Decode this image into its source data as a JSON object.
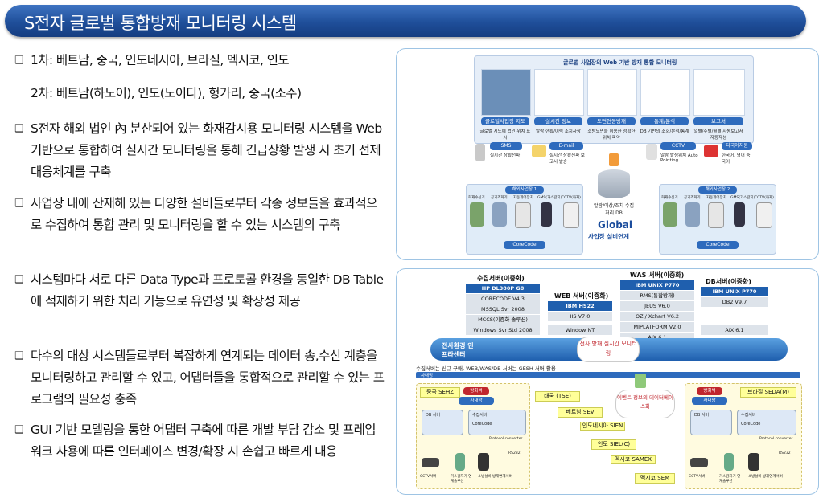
{
  "title": "S전자 글로벌 통합방재 모니터링 시스템",
  "bullets": [
    {
      "text": "1차: 베트남, 중국, 인도네시아, 브라질, 멕시코, 인도"
    },
    {
      "text": "2차:  베트남(하노이), 인도(노이다), 헝가리, 중국(소주)"
    },
    {
      "text": "S전자 해외 법인 內 분산되어 있는 화재감시용 모니터링 시스템을 Web기반으로 통합하여 실시간 모니터링을 통해 긴급상황 발생 시 초기 선제 대응체계를 구축"
    },
    {
      "text": "사업장 내에 산재해 있는 다양한 설비들로부터 각종 정보들을 효과적으로 수집하여 통합 관리 및 모니터링을 할 수 있는 시스템의 구축"
    },
    {
      "text": "시스템마다 서로 다른 Data Type과 프로토콜 환경을 동일한 DB Table에 적재하기 위한 처리 기능으로 유연성 및 확장성 제공"
    },
    {
      "text": "다수의 대상 시스템들로부터 복잡하게 연계되는 데이터 송,수신 계층을 모니터링하고 관리할 수 있고, 어댑터들을 통합적으로 관리할 수 있는 프로그램의 필요성 충족"
    },
    {
      "text": "GUI 기반 모델링을 통한 어댑터 구축에 따른 개발 부담 감소 및 프레임워크 사용에 따른 인터페이스 변경/확장 시 손쉽고 빠르게 대응"
    }
  ],
  "top_diagram": {
    "header": "글로벌 사업장의 Web 기반 방재 통합 모니터링",
    "features": [
      {
        "title": "글로벌사업장 지도",
        "desc": "글로벌 지도에 법인 위치 표시"
      },
      {
        "title": "실시간 정보",
        "desc": "알람 현황/이력 조치사항"
      },
      {
        "title": "도면연동방재",
        "desc": "소방도면을 이용한 정확한 위치 파악"
      },
      {
        "title": "통계/분석",
        "desc": "DB 기반의 조회/분석/통계"
      },
      {
        "title": "보고서",
        "desc": "일별/주별/월별 자동보고서 자동작성"
      }
    ],
    "channels": [
      {
        "title": "SMS",
        "desc": "실시간 상황전파"
      },
      {
        "title": "E-mail",
        "desc": "실시간 상황전파 보고서 발송"
      },
      {
        "title": "CCTV",
        "desc": "알람 발생위치 Auto Pointing"
      },
      {
        "title": "다국어지원",
        "desc": "한국어, 영어 중국어"
      }
    ],
    "db_label": "알람/이상/조치 수집처리 DB",
    "site1": "해외사업장 1",
    "site2": "해외사업장 2",
    "corecode": "CoreCode",
    "global_label": "Global",
    "global_sub": "사업장 설비연계",
    "equip_labels": [
      "화재수신기",
      "공기조화기",
      "자동제어장치",
      "GMS(가스감지)",
      "CCTV(화재)"
    ]
  },
  "bottom_diagram": {
    "servers": [
      {
        "title": "수집서버(이중화)",
        "rows": [
          "HP DL380P G8",
          "CORECODE V4.3",
          "MSSQL Svr 2008",
          "MCCS(이중화 솔루션)",
          "Windows Svr Std 2008"
        ]
      },
      {
        "title": "WEB 서버(이중화)",
        "rows": [
          "IBM HS22",
          "IIS V7.0",
          "Window NT"
        ]
      },
      {
        "title": "WAS 서버(이중화)",
        "rows": [
          "IBM UNIX P770",
          "RMS(통합방재)",
          "JEUS V6.0",
          "OZ / Xchart V6.2",
          "MIPLATFORM V2.0",
          "AIX 6.1"
        ]
      },
      {
        "title": "DB서버(이중화)",
        "rows": [
          "IBM UNIX P770",
          "DB2 V9.7",
          "AIX 6.1"
        ]
      }
    ],
    "band_label": "전사환경 인프라센터",
    "center_bubble": "전사 방재 실시간 모니터링",
    "note": "수집서버는 신규 구매, WEB/WAS/DB 서버는 GESH 서버 활용",
    "sites_bar": "사내망",
    "left_site": "중국 SEHZ",
    "right_site": "브라질 SEDA(M)",
    "middle_bubble": "이벤트 정보의 데이터베이스화",
    "sites": [
      "태국 (TSE)",
      "베트남 SEV",
      "인도네시아 SIEN",
      "인도 SIEL(C)",
      "멕시코 SAMEX",
      "멕시코 SEM"
    ],
    "site_box_labels": [
      "방화벽",
      "사내망",
      "DB 서버",
      "수집서버",
      "CoreCode",
      "Protocol converter",
      "RS232",
      "CCTV서버",
      "가스감지기 연계솔루션",
      "소방설비 방재연계서버"
    ]
  },
  "colors": {
    "title_bar": "#1f4f9a",
    "panel_border": "#9ec4e4",
    "server_blue": "#1f5fae",
    "yellow": "#ffff99"
  }
}
